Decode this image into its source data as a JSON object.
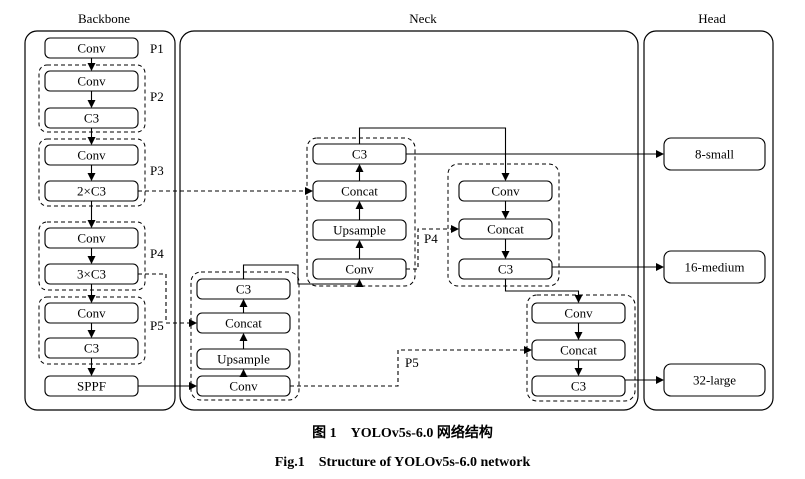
{
  "sections": {
    "backbone": "Backbone",
    "neck": "Neck",
    "head": "Head"
  },
  "stages": {
    "p1": "P1",
    "p2": "P2",
    "p3": "P3",
    "p4": "P4",
    "p5": "P5",
    "neck_p4": "P4",
    "neck_p5_upper": "P5",
    "neck_p5_lower": "P5"
  },
  "backbone": {
    "conv_p1": "Conv",
    "conv_p2": "Conv",
    "c3_p2": "C3",
    "conv_p3": "Conv",
    "c3x2_p3": "2×C3",
    "conv_p4": "Conv",
    "c3x3_p4": "3×C3",
    "conv_p5": "Conv",
    "c3_p5": "C3",
    "sppf": "SPPF"
  },
  "neck": {
    "left_c3": "C3",
    "left_concat": "Concat",
    "left_upsample": "Upsample",
    "left_conv": "Conv",
    "mid_c3": "C3",
    "mid_concat": "Concat",
    "mid_upsample": "Upsample",
    "mid_conv": "Conv",
    "right_conv": "Conv",
    "right_concat": "Concat",
    "right_c3": "C3",
    "low_conv": "Conv",
    "low_concat": "Concat",
    "low_c3": "C3"
  },
  "head": {
    "small": "8-small",
    "medium": "16-medium",
    "large": "32-large"
  },
  "caption": {
    "zh": "图 1　YOLOv5s-6.0 网络结构",
    "en": "Fig.1　Structure of YOLOv5s-6.0 network"
  }
}
